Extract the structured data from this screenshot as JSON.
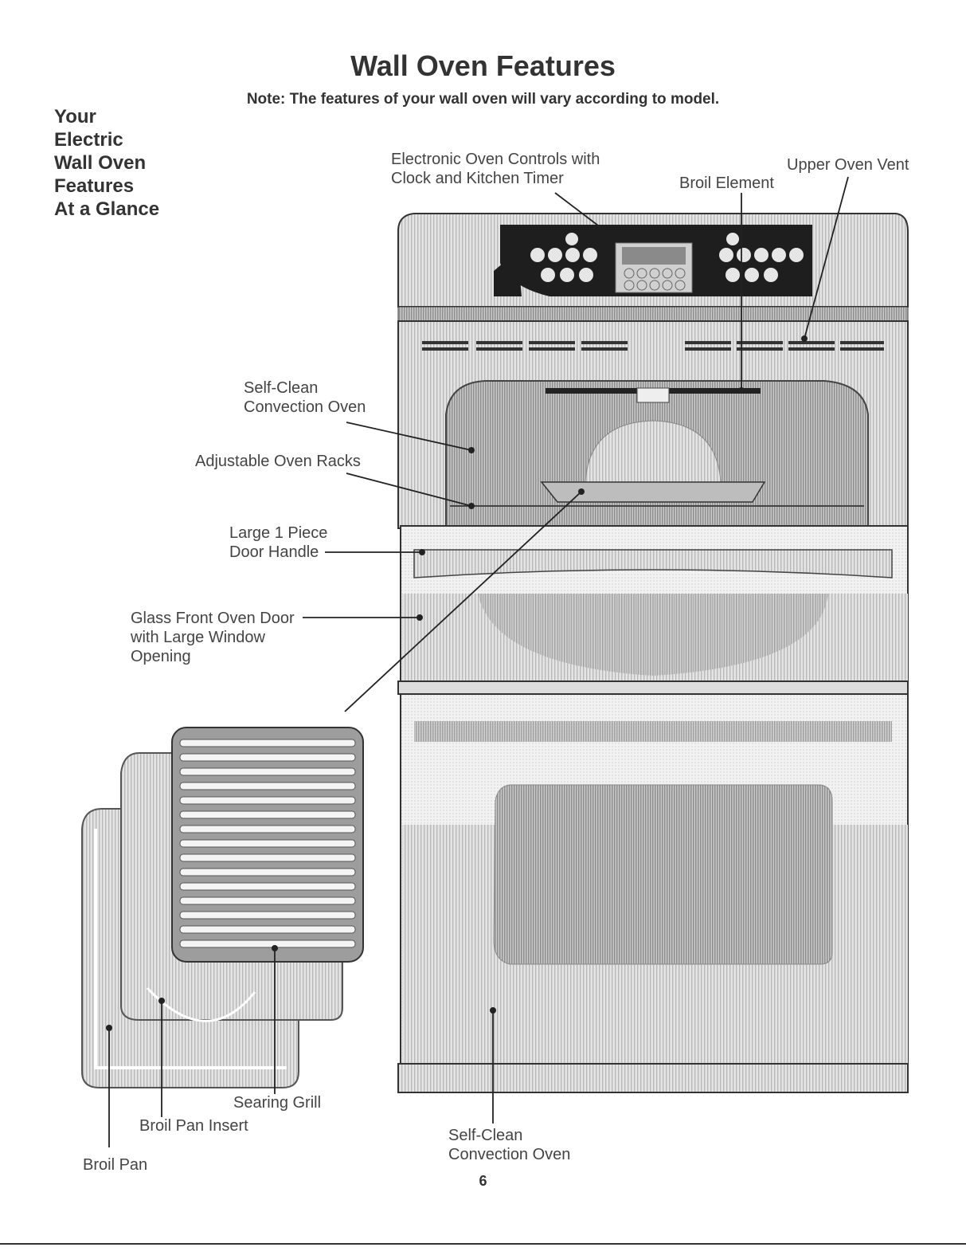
{
  "page": {
    "title": "Wall Oven Features",
    "note": "Note: The features of your wall oven will vary according to model.",
    "section_heading": [
      "Your",
      "Electric",
      "Wall Oven",
      "Features",
      "At a Glance"
    ],
    "page_number": "6"
  },
  "labels": {
    "controls": [
      "Electronic Oven Controls with",
      "Clock and Kitchen Timer"
    ],
    "broil_element": "Broil Element",
    "upper_vent": "Upper Oven Vent",
    "self_clean_upper": [
      "Self-Clean",
      "Convection Oven"
    ],
    "racks": "Adjustable Oven Racks",
    "handle": [
      "Large 1 Piece",
      "Door Handle"
    ],
    "glass_door": [
      "Glass Front Oven Door",
      "with Large Window",
      "Opening"
    ],
    "searing_grill": "Searing Grill",
    "broil_pan_insert": "Broil Pan Insert",
    "broil_pan": "Broil Pan",
    "self_clean_lower": [
      "Self-Clean",
      "Convection Oven"
    ]
  },
  "colors": {
    "oven_body": "#d9d9d9",
    "oven_dark": "#9a9a9a",
    "panel_black": "#1e1e1e",
    "leader": "#222222"
  }
}
